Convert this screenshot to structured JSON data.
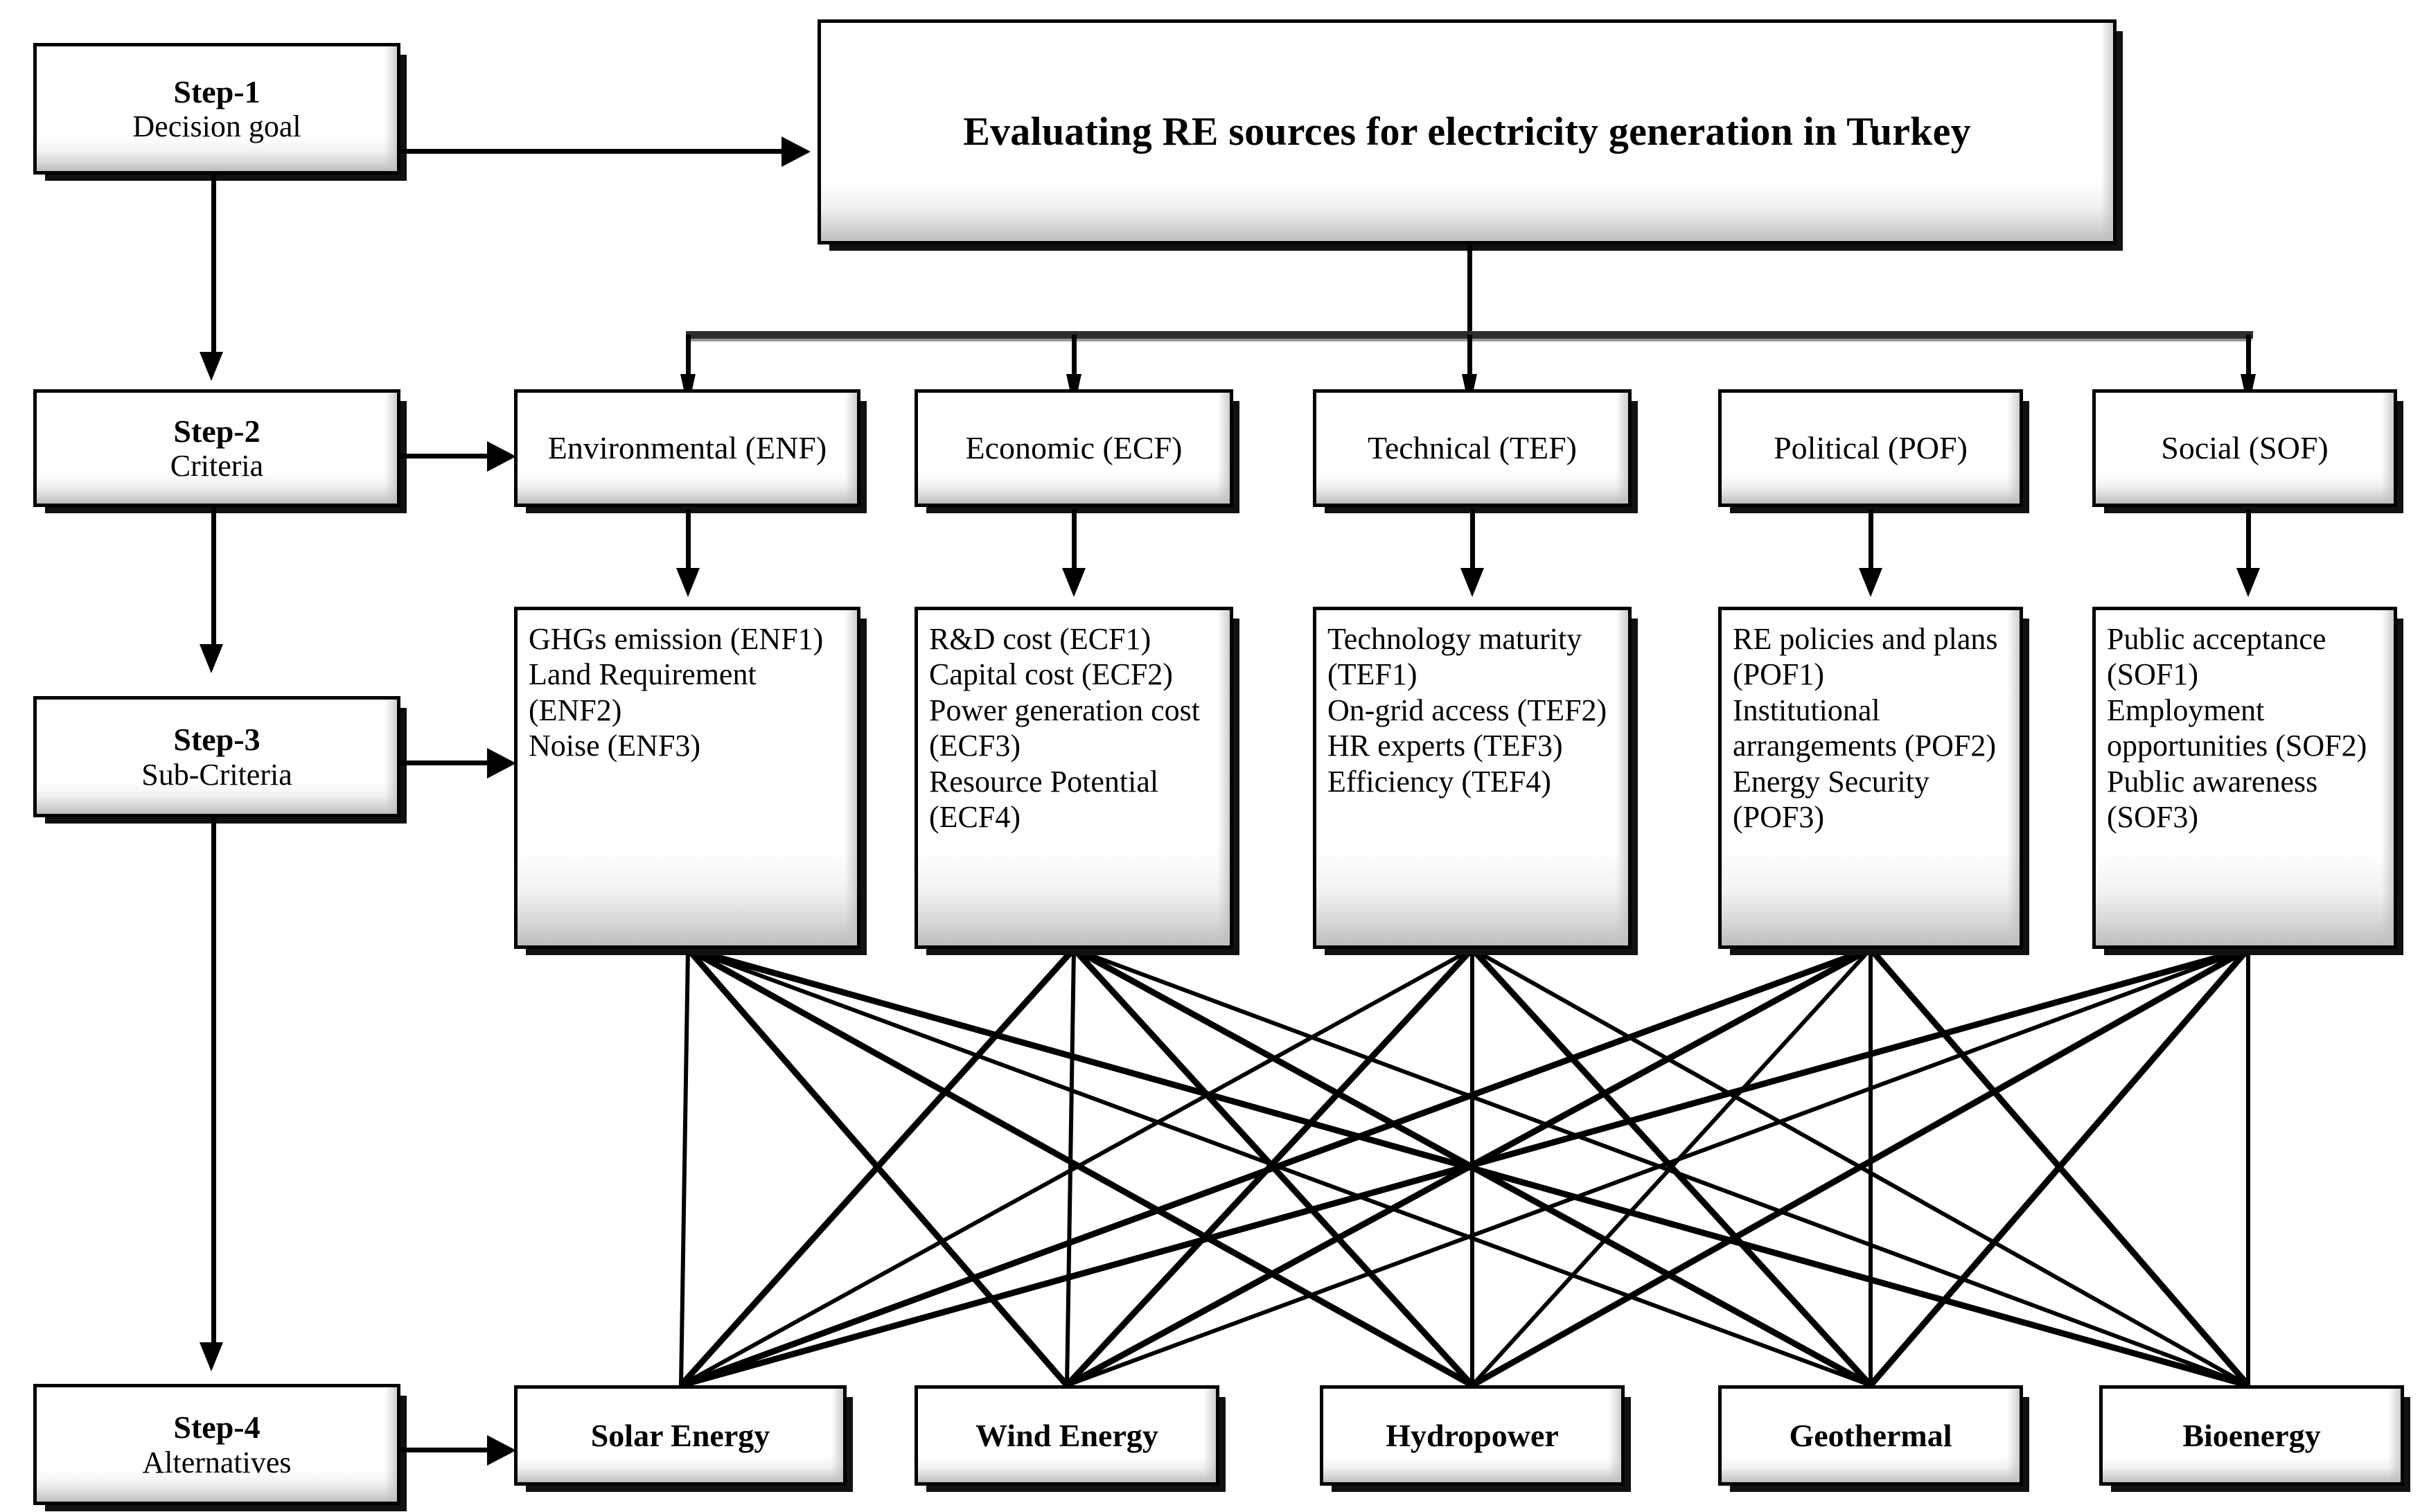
{
  "diagram": {
    "title": "Evaluating RE sources for electricity generation in Turkey",
    "type": "hierarchy-flowchart",
    "steps": [
      {
        "id": "step-1",
        "number": "Step-1",
        "label": "Decision goal"
      },
      {
        "id": "step-2",
        "number": "Step-2",
        "label": "Criteria"
      },
      {
        "id": "step-3",
        "number": "Step-3",
        "label": "Sub-Criteria"
      },
      {
        "id": "step-4",
        "number": "Step-4",
        "label": "Alternatives"
      }
    ],
    "goal": {
      "text": "Evaluating RE sources for electricity generation in Turkey"
    },
    "criteria": [
      {
        "code": "ENF",
        "name": "Environmental",
        "label": "Environmental (ENF)"
      },
      {
        "code": "ECF",
        "name": "Economic",
        "label": "Economic (ECF)"
      },
      {
        "code": "TEF",
        "name": "Technical",
        "label": "Technical (TEF)"
      },
      {
        "code": "POF",
        "name": "Political",
        "label": "Political (POF)"
      },
      {
        "code": "SOF",
        "name": "Social",
        "label": "Social (SOF)"
      }
    ],
    "sub_criteria": [
      {
        "parent": "ENF",
        "text": "GHGs emission (ENF1)\nLand Requirement (ENF2)\nNoise (ENF3)",
        "items": [
          {
            "code": "ENF1",
            "name": "GHGs emission"
          },
          {
            "code": "ENF2",
            "name": "Land Requirement"
          },
          {
            "code": "ENF3",
            "name": "Noise"
          }
        ]
      },
      {
        "parent": "ECF",
        "text": "R&D cost (ECF1)\nCapital cost (ECF2)\nPower generation cost (ECF3)\nResource Potential (ECF4)",
        "items": [
          {
            "code": "ECF1",
            "name": "R&D cost"
          },
          {
            "code": "ECF2",
            "name": "Capital cost"
          },
          {
            "code": "ECF3",
            "name": "Power generation cost"
          },
          {
            "code": "ECF4",
            "name": "Resource Potential"
          }
        ]
      },
      {
        "parent": "TEF",
        "text": "Technology maturity (TEF1)\nOn-grid access (TEF2)\nHR experts (TEF3)\nEfficiency (TEF4)",
        "items": [
          {
            "code": "TEF1",
            "name": "Technology maturity"
          },
          {
            "code": "TEF2",
            "name": "On-grid access"
          },
          {
            "code": "TEF3",
            "name": "HR experts"
          },
          {
            "code": "TEF4",
            "name": "Efficiency"
          }
        ]
      },
      {
        "parent": "POF",
        "text": "RE policies and plans (POF1)\nInstitutional arrangements (POF2)\nEnergy Security (POF3)",
        "items": [
          {
            "code": "POF1",
            "name": "RE policies and plans"
          },
          {
            "code": "POF2",
            "name": "Institutional arrangements"
          },
          {
            "code": "POF3",
            "name": "Energy Security"
          }
        ]
      },
      {
        "parent": "SOF",
        "text": "Public acceptance (SOF1)\nEmployment opportunities (SOF2)\nPublic awareness (SOF3)",
        "items": [
          {
            "code": "SOF1",
            "name": "Public acceptance"
          },
          {
            "code": "SOF2",
            "name": "Employment opportunities"
          },
          {
            "code": "SOF3",
            "name": "Public awareness"
          }
        ]
      }
    ],
    "alternatives": [
      {
        "label": "Solar Energy"
      },
      {
        "label": "Wind Energy"
      },
      {
        "label": "Hydropower"
      },
      {
        "label": "Geothermal"
      },
      {
        "label": "Bioenergy"
      }
    ],
    "colors": {
      "line": "#000000",
      "box_border": "#000000",
      "box_fill": "#ffffff",
      "box_shadow": "#111111",
      "bar": "#2e2e2e",
      "page_background": "#ffffff"
    }
  }
}
